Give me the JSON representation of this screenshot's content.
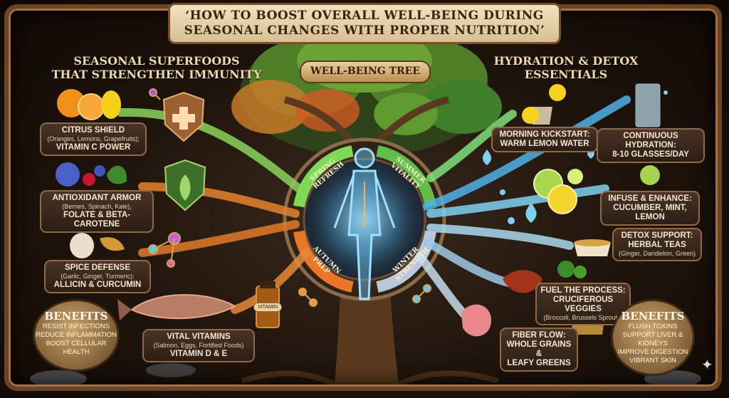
{
  "title": {
    "line1": "‘HOW TO BOOST OVERALL WELL-BEING DURING",
    "line2": "SEASONAL CHANGES WITH PROPER NUTRITION’"
  },
  "left_heading": {
    "line1": "SEASONAL SUPERFOODS",
    "line2": "THAT STRENGTHEN IMMUNITY"
  },
  "right_heading": {
    "line1": "HYDRATION & DETOX",
    "line2": "ESSENTIALS"
  },
  "tree_label": "WELL-BEING TREE",
  "seasons": {
    "spring": [
      "SPRING",
      "REFRESH"
    ],
    "summer": [
      "SUMMER",
      "VITALITY"
    ],
    "autumn": [
      "AUTUMN",
      "PREP"
    ],
    "winter": [
      "WINTER",
      "STRENGTH"
    ]
  },
  "left_items": [
    {
      "title": "CITRUS SHIELD",
      "detail": "(Oranges, Lemons, Grapefruits);",
      "sub": "VITAMIN C POWER"
    },
    {
      "title": "ANTIOXIDANT ARMOR",
      "detail": "(Berries, Spinach, Kale),",
      "sub": "FOLATE & BETA-CAROTENE"
    },
    {
      "title": "SPICE DEFENSE",
      "detail": "(Garlic, Ginger, Turmeric):",
      "sub": "ALLICIN & CURCUMIN"
    },
    {
      "title": "VITAL VITAMINS",
      "detail": "(Salmon, Eggs, Fortified Foods)",
      "sub": "VITAMIN D & E"
    }
  ],
  "right_items": [
    {
      "title": "MORNING KICKSTART:",
      "sub": "WARM LEMON WATER"
    },
    {
      "title": "CONTINUOUS HYDRATION:",
      "sub": "8-10 GLASSES/DAY"
    },
    {
      "title": "INFUSE & ENHANCE:",
      "sub": "CUCUMBER, MINT, LEMON"
    },
    {
      "title": "DETOX SUPPORT:",
      "sub": "HERBAL TEAS",
      "detail": "(Ginger, Dandelion, Green)"
    },
    {
      "title": "FUEL THE PROCESS:",
      "sub": "CRUCIFEROUS VEGGIES",
      "detail": "(Broccoli, Brussels Sprouts)"
    },
    {
      "title": "FIBER FLOW:",
      "sub": "WHOLE GRAINS &",
      "sub2": "LEAFY GREENS"
    }
  ],
  "left_benefits": {
    "heading": "BENEFITS",
    "items": [
      "RESIST INFECTIONS",
      "REDUCE INFLAMMATION",
      "BOOST CELLULAR HEALTH"
    ]
  },
  "right_benefits": {
    "heading": "BENEFITS",
    "items": [
      "FLUSH TOXINS",
      "SUPPORT LIVER & KIDNEYS",
      "IMPROVE DIGESTION",
      "VIBRANT SKIN"
    ]
  },
  "bottle_label": "VITAMIN",
  "colors": {
    "spring": "#7ed957",
    "summer": "#5fbf4a",
    "autumn": "#e8772a",
    "winter": "#b9c7d8",
    "water": "#7fd0f0",
    "frame": "#6b4425"
  }
}
